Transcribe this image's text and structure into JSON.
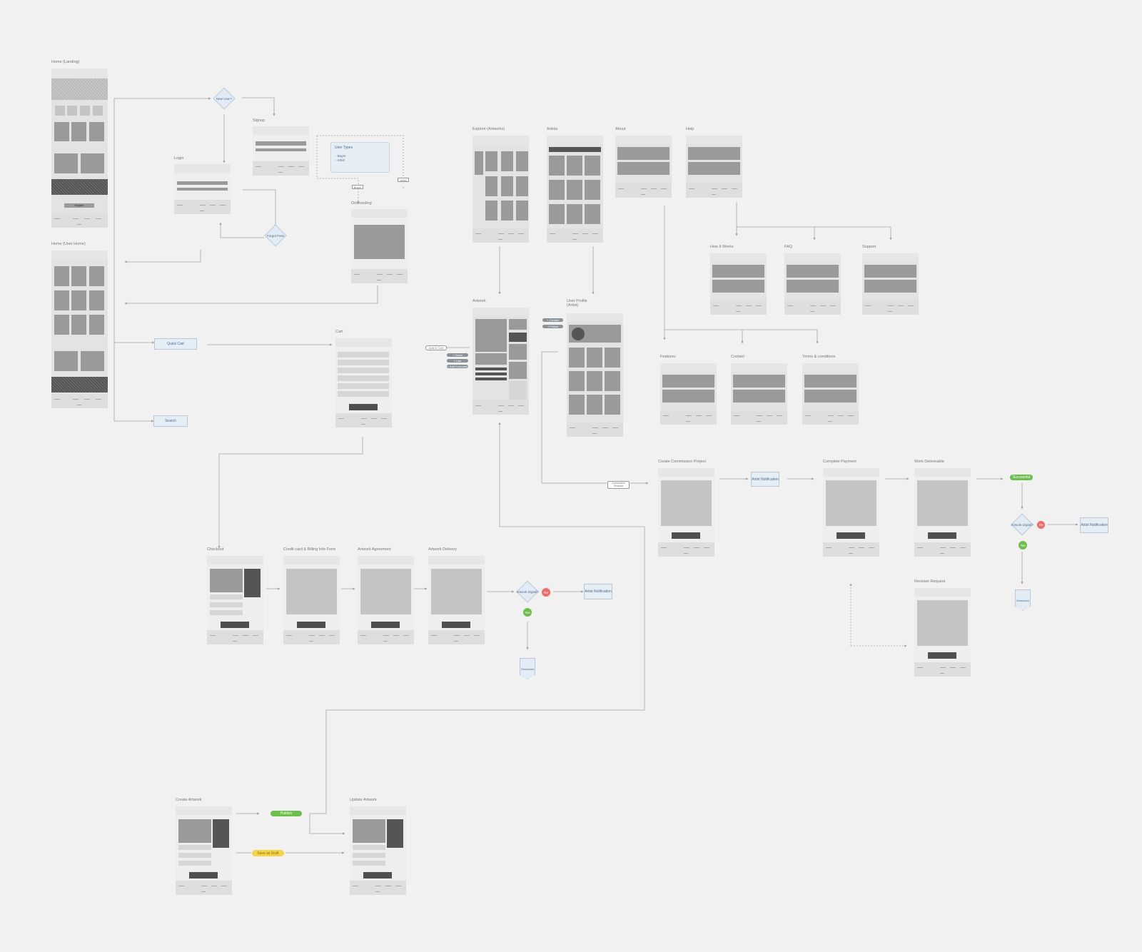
{
  "labels": {
    "home_landing": "Home (Landing)",
    "home_user": "Home (User Home)",
    "signup": "Signup",
    "login": "Login",
    "onboarding": "Onboarding",
    "explore": "Explore (Artworks)",
    "artists": "Artists",
    "about": "About",
    "help": "Help",
    "how_it_works": "How It Works",
    "faq": "FAQ",
    "support": "Support",
    "artwork": "Artwork",
    "user_profile": "User Profile\n(Artist)",
    "cart": "Cart",
    "features": "Features",
    "contact": "Contact",
    "terms": "Terms & conditions",
    "create_commission": "Create Commission Project",
    "complete_payment": "Complete Payment",
    "work_deliverable": "Work Deliverable",
    "revision_request": "Revision Request",
    "checkout": "Checkout",
    "credit_card": "Credit card & Billing Info Form",
    "artwork_agreement": "Artwork Agreement",
    "artwork_delivery": "Artwork Delivery",
    "create_artwork": "Create Artwork",
    "update_artwork": "Update Artwork"
  },
  "nodes": {
    "new_user": "New User?",
    "forgot_pass": "Forgot Pass",
    "quick_cart": "Quick Cart",
    "search": "Search",
    "user_types_title": "User Types",
    "user_types_items": [
      "- Buyer",
      "- Artist"
    ],
    "buyer": "Buyer",
    "artist": "Artist",
    "register": "Register",
    "add_to_cart": "Add to Cart",
    "tag_share": "+ Share",
    "tag_like": "+ Like",
    "tag_add_comment": "+ Add Comment",
    "tag_contact": "+ Contact",
    "tag_follow": "+ Follow",
    "commission_request": "Commission Request",
    "artist_notification": "Artist Notification",
    "successful": "Successful",
    "artwork_digital_1": "Artwork Digital?",
    "artwork_digital_2": "Artwork Digital?",
    "no": "No",
    "yes": "Yes",
    "download": "Download",
    "publish": "Publish",
    "save_draft": "Save as Draft"
  },
  "colors": {
    "background": "#f1f1f1",
    "accent_box": "#e6eef5",
    "green": "#6cc04a",
    "red": "#f26b6b",
    "yellow": "#f5d547",
    "dark_block": "#555555",
    "line": "#999999"
  }
}
